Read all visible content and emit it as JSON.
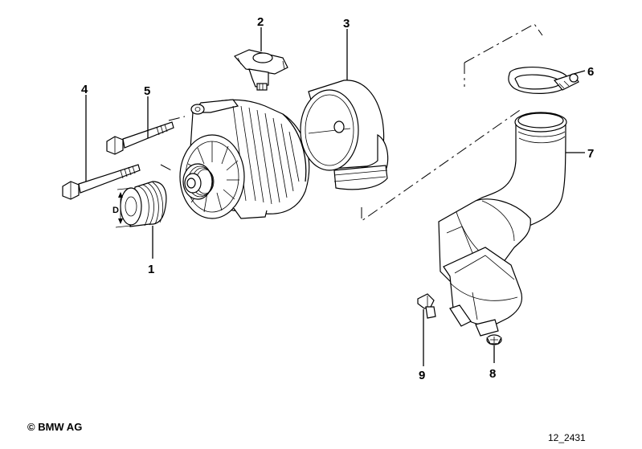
{
  "labels": {
    "p1": "1",
    "p2": "2",
    "p3": "3",
    "p4": "4",
    "p5": "5",
    "p6": "6",
    "p7": "7",
    "p8": "8",
    "p9": "9",
    "dimension": "D"
  },
  "footer": {
    "copyright": "© BMW AG",
    "code": "12_2431"
  },
  "colors": {
    "line": "#000000",
    "light_fill": "#ffffff",
    "shade": "#d9d9d9"
  }
}
